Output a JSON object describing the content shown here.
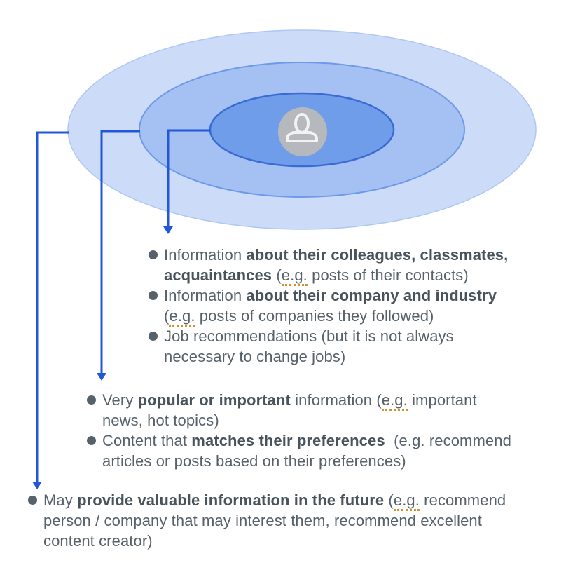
{
  "colors": {
    "background": "#ffffff",
    "outer_fill": "#ccdbf8",
    "outer_stroke": "#aec7f3",
    "middle_fill": "#a5c1f3",
    "middle_stroke": "#6d99e8",
    "inner_fill": "#6f9de9",
    "inner_stroke": "#3a6bd5",
    "avatar_fill": "#b5b8bc",
    "avatar_icon": "#f0f2f4",
    "arrow": "#2157d8",
    "text": "#57616a",
    "text_bold": "#49535b",
    "bullet": "#57616a",
    "eg_underline": "#cf9232"
  },
  "diagram": {
    "center_icon": "person-avatar",
    "rings": [
      {
        "level": "inner",
        "annotation_block": 0
      },
      {
        "level": "middle",
        "annotation_block": 1
      },
      {
        "level": "outer",
        "annotation_block": 2
      }
    ]
  },
  "blocks": [
    {
      "name": "inner-ring-notes",
      "items": [
        {
          "segments": [
            {
              "t": "Information "
            },
            {
              "t": "about their colleagues, classmates,",
              "b": true
            },
            {
              "br": true
            },
            {
              "t": "acquaintances",
              "b": true
            },
            {
              "t": " ("
            },
            {
              "t": "e.g.",
              "u": true
            },
            {
              "t": " posts of their contacts)"
            }
          ]
        },
        {
          "segments": [
            {
              "t": "Information "
            },
            {
              "t": "about their company and industry",
              "b": true
            },
            {
              "br": true
            },
            {
              "t": "("
            },
            {
              "t": "e.g.",
              "u": true
            },
            {
              "t": " posts of companies they followed)"
            }
          ]
        },
        {
          "segments": [
            {
              "t": "Job recommendations (but it is not always"
            },
            {
              "br": true
            },
            {
              "t": "necessary to change jobs)"
            }
          ]
        }
      ]
    },
    {
      "name": "middle-ring-notes",
      "items": [
        {
          "segments": [
            {
              "t": "Very "
            },
            {
              "t": "popular or important",
              "b": true
            },
            {
              "t": " information ("
            },
            {
              "t": "e.g.",
              "u": true
            },
            {
              "t": " important"
            },
            {
              "br": true
            },
            {
              "t": "news, hot topics)"
            }
          ]
        },
        {
          "segments": [
            {
              "t": "Content that "
            },
            {
              "t": "matches their preferences",
              "b": true
            },
            {
              "t": "  (e.g. recommend"
            },
            {
              "br": true
            },
            {
              "t": "articles or posts based on their preferences)"
            }
          ]
        }
      ]
    },
    {
      "name": "outer-ring-notes",
      "items": [
        {
          "segments": [
            {
              "t": "May "
            },
            {
              "t": "provide valuable information in the future",
              "b": true
            },
            {
              "t": " ("
            },
            {
              "t": "e.g.",
              "u": true
            },
            {
              "t": " recommend"
            },
            {
              "br": true
            },
            {
              "t": "person / company that may interest them, recommend excellent"
            },
            {
              "br": true
            },
            {
              "t": "content creator)"
            }
          ]
        }
      ]
    }
  ]
}
